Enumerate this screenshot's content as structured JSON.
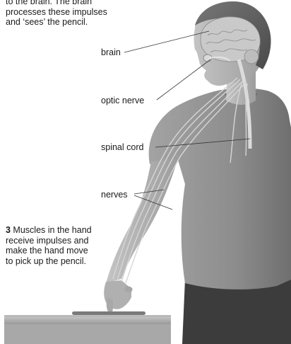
{
  "captions": {
    "step2": {
      "lines": [
        "to the brain. The brain",
        "processes these impulses",
        "and ‘sees’ the pencil."
      ]
    },
    "step3": {
      "number": "3",
      "first_line_rest": " Muscles in the hand",
      "lines": [
        "receive impulses and",
        "make the hand move",
        "to pick up the pencil."
      ]
    }
  },
  "labels": {
    "brain": "brain",
    "optic_nerve": "optic nerve",
    "spinal_cord": "spinal cord",
    "nerves": "nerves"
  },
  "colors": {
    "skin": "#b3b3b3",
    "shirt": "#8f8f8f",
    "hair": "#5e5e5e",
    "nerve": "#d6d6d6",
    "brain": "#c9c9c9",
    "table": "#b8b8b8",
    "jeans": "#3c3c3c"
  }
}
